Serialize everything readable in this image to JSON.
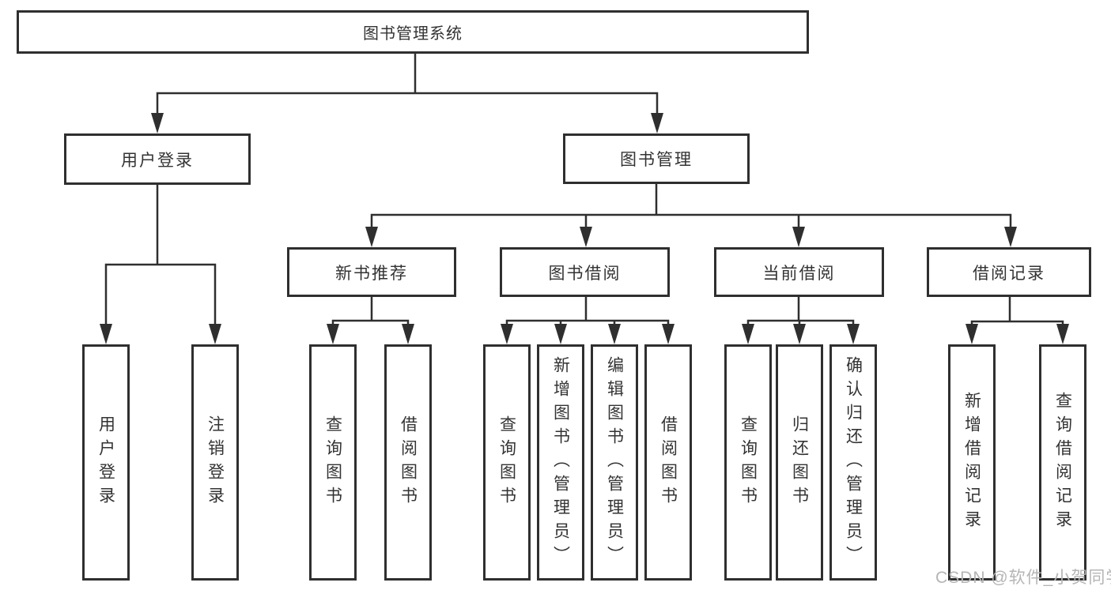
{
  "tree": {
    "root": "图书管理系统",
    "login": {
      "label": "用户登录",
      "children": [
        "用户登录",
        "注销登录"
      ]
    },
    "mgmt": {
      "label": "图书管理"
    },
    "newbook": {
      "label": "新书推荐",
      "children": [
        "查询图书",
        "借阅图书"
      ]
    },
    "borrow": {
      "label": "图书借阅",
      "children": [
        "查询图书",
        "新增图书（管理员）",
        "编辑图书（管理员）",
        "借阅图书"
      ]
    },
    "current": {
      "label": "当前借阅",
      "children": [
        "查询图书",
        "归还图书",
        "确认归还（管理员）"
      ]
    },
    "records": {
      "label": "借阅记录",
      "children": [
        "新增借阅记录",
        "查询借阅记录"
      ]
    }
  },
  "watermark": "CSDN @软件_小贺同学",
  "colors": {
    "line": "#2f2f2f",
    "text": "#333333",
    "watermark": "#b5b5b5",
    "background": "#ffffff"
  }
}
